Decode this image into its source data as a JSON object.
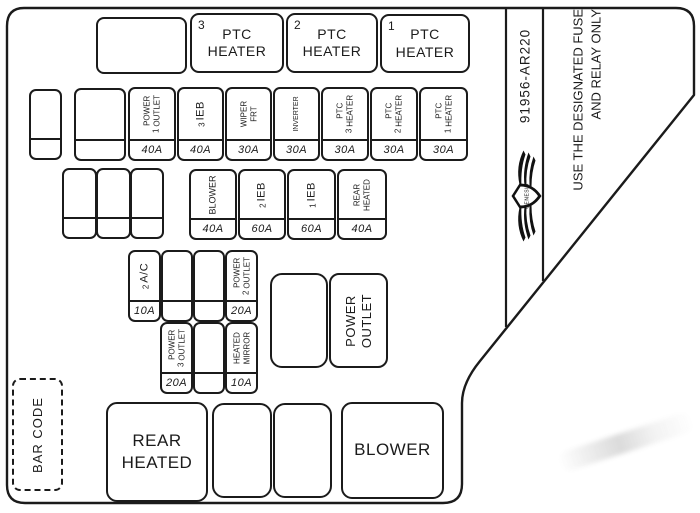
{
  "strip": {
    "part_number": "91956-AR220",
    "warning_line1": "USE THE DESIGNATED FUSE",
    "warning_line2": "AND RELAY ONLY",
    "logo_text": "GENESIS"
  },
  "barcode": {
    "label": "BAR CODE"
  },
  "row1": [
    {
      "prefix": "3",
      "label": "PTC\nHEATER"
    },
    {
      "prefix": "2",
      "label": "PTC\nHEATER"
    },
    {
      "prefix": "1",
      "label": "PTC\nHEATER"
    }
  ],
  "row2": [
    {
      "prefix": "1",
      "label": "POWER\nOUTLET",
      "amp": "40A"
    },
    {
      "prefix": "3",
      "label": "IEB",
      "amp": "40A"
    },
    {
      "prefix": "",
      "label": "WIPER\nFRT",
      "amp": "30A"
    },
    {
      "prefix": "",
      "label": "INVERTER",
      "amp": "30A"
    },
    {
      "prefix": "3",
      "label": "PTC\nHEATER",
      "amp": "30A"
    },
    {
      "prefix": "2",
      "label": "PTC\nHEATER",
      "amp": "30A"
    },
    {
      "prefix": "1",
      "label": "PTC\nHEATER",
      "amp": "30A"
    }
  ],
  "row3": [
    {
      "prefix": "",
      "label": "BLOWER",
      "amp": "40A"
    },
    {
      "prefix": "2",
      "label": "IEB",
      "amp": "60A"
    },
    {
      "prefix": "1",
      "label": "IEB",
      "amp": "60A"
    },
    {
      "prefix": "",
      "label": "REAR\nHEATED",
      "amp": "40A"
    }
  ],
  "row4": [
    {
      "prefix": "2",
      "label": "A/C",
      "amp": "10A"
    },
    {
      "prefix": "2",
      "label": "POWER\nOUTLET",
      "amp": "20A"
    }
  ],
  "row5": [
    {
      "prefix": "3",
      "label": "POWER\nOUTLET",
      "amp": "20A"
    },
    {
      "prefix": "",
      "label": "HEATED\nMIRROR",
      "amp": "10A"
    }
  ],
  "relays": {
    "power_outlet": "POWER\nOUTLET"
  },
  "bottom": {
    "rear_heated": "REAR\nHEATED",
    "blower": "BLOWER"
  },
  "colors": {
    "line": "#1b1b1b",
    "background": "#ffffff"
  }
}
